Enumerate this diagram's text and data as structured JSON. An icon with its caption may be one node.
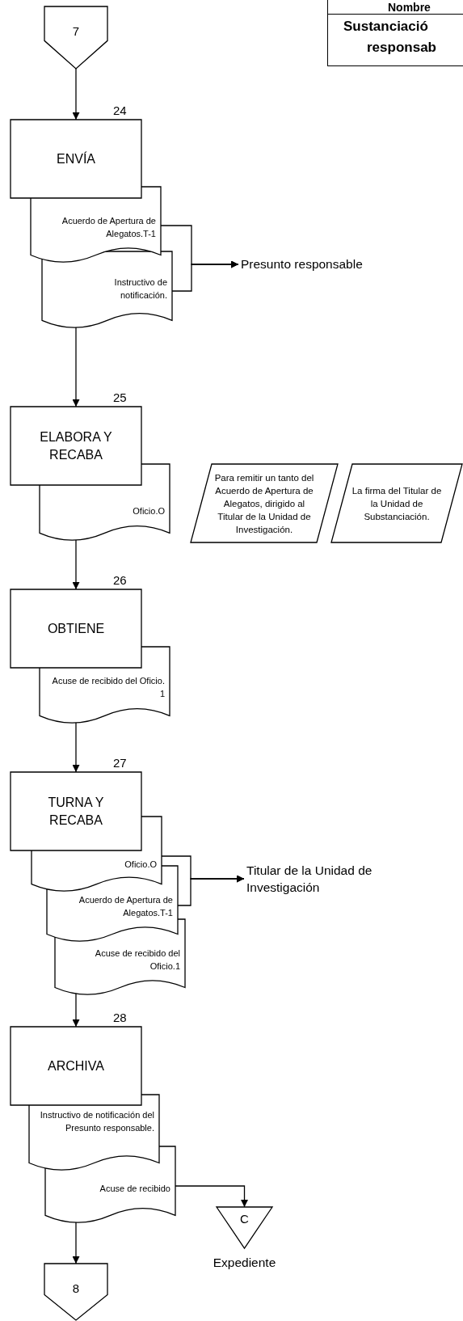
{
  "diagram": {
    "nodes": [
      {
        "text": [
          "7"
        ]
      },
      {
        "text": [
          "ENVÍA"
        ],
        "beside": [
          "24"
        ]
      },
      {
        "text": [
          "Acuerdo de Apertura de Alegatos.T-1"
        ]
      },
      {
        "text": [
          "Instructivo de notificación."
        ]
      },
      {
        "text": [
          "Presunto responsable"
        ]
      },
      {
        "text": [
          "ELABORA Y RECABA"
        ],
        "beside": [
          "25"
        ]
      },
      {
        "text": [
          "Oficio.O"
        ]
      },
      {
        "text": [
          "Para remitir un tanto del Acuerdo de Apertura de Alegatos, dirigido al Titular de la Unidad de Investigación."
        ]
      },
      {
        "text": [
          "La firma del Titular de la Unidad de Substanciación."
        ]
      },
      {
        "text": [
          "OBTIENE"
        ],
        "beside": [
          "26"
        ]
      },
      {
        "text": [
          "Acuse de recibido del Oficio. 1"
        ]
      },
      {
        "text": [
          "TURNA Y RECABA"
        ],
        "beside": [
          "27"
        ]
      },
      {
        "text": [
          "Oficio.O"
        ]
      },
      {
        "text": [
          "Acuerdo de Apertura de Alegatos.T-1"
        ]
      },
      {
        "text": [
          "Acuse de recibido del Oficio.1"
        ]
      },
      {
        "text": [
          "Titular de la Unidad de Investigación"
        ]
      },
      {
        "text": [
          "ARCHIVA"
        ],
        "beside": [
          "28"
        ]
      },
      {
        "text": [
          "Instructivo de notificación del Presunto responsable."
        ]
      },
      {
        "text": [
          "Acuse de recibido"
        ]
      },
      {
        "text": [
          "C"
        ],
        "beside": [
          "Expediente"
        ]
      },
      {
        "text": [
          "8"
        ]
      }
    ],
    "edges": [
      {
        "from": 0,
        "to": 1,
        "arrow": "to"
      },
      {
        "from": 2,
        "to": 4,
        "arrow": "to"
      },
      {
        "from": 3,
        "to": 4,
        "arrow": "to"
      },
      {
        "from": 3,
        "to": 5,
        "arrow": "to"
      },
      {
        "from": 6,
        "to": 9,
        "arrow": "to"
      },
      {
        "from": 10,
        "to": 11,
        "arrow": "to"
      },
      {
        "from": 12,
        "to": 15,
        "arrow": "to"
      },
      {
        "from": 13,
        "to": 15,
        "arrow": "to"
      },
      {
        "from": 14,
        "to": 16,
        "arrow": "to"
      },
      {
        "from": 18,
        "to": 19,
        "arrow": "to"
      },
      {
        "from": 18,
        "to": 20,
        "arrow": "to"
      }
    ],
    "labels": [
      "Nombre",
      "Sustanciació",
      "responsab"
    ]
  }
}
